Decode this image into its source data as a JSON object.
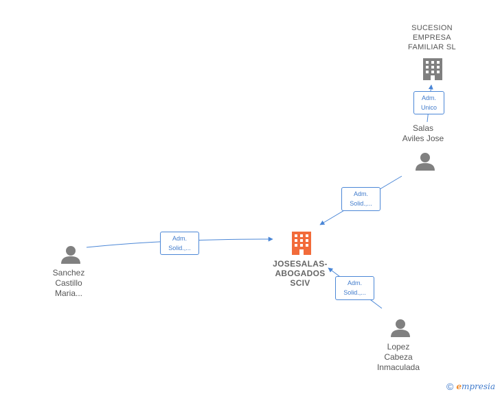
{
  "nodes": {
    "sucesion": {
      "lines": [
        "SUCESION",
        "EMPRESA",
        "FAMILIAR  SL"
      ],
      "icon": "building-icon",
      "color": "#808080"
    },
    "salas": {
      "lines": [
        "Salas",
        "Aviles Jose"
      ],
      "icon": "person-icon",
      "color": "#808080"
    },
    "josesalas": {
      "lines": [
        "JOSESALAS-",
        "ABOGADOS",
        "SCIV"
      ],
      "icon": "building-icon",
      "color": "#f26b3a"
    },
    "sanchez": {
      "lines": [
        "Sanchez",
        "Castillo",
        "Maria..."
      ],
      "icon": "person-icon",
      "color": "#808080"
    },
    "lopez": {
      "lines": [
        "Lopez",
        "Cabeza",
        "Inmaculada"
      ],
      "icon": "person-icon",
      "color": "#808080"
    }
  },
  "edges": {
    "salas_to_sucesion": [
      "Adm.",
      "Unico"
    ],
    "salas_to_josesalas": [
      "Adm.",
      "Solid.,..."
    ],
    "sanchez_to_josesalas": [
      "Adm.",
      "Solid.,..."
    ],
    "lopez_to_josesalas": [
      "Adm.",
      "Solid.,..."
    ]
  },
  "colors": {
    "edge": "#4a86d6",
    "label_text": "#3f7acb"
  },
  "footer": {
    "copyright_symbol": "©",
    "brand_first": "e",
    "brand_rest": "mpresia"
  }
}
